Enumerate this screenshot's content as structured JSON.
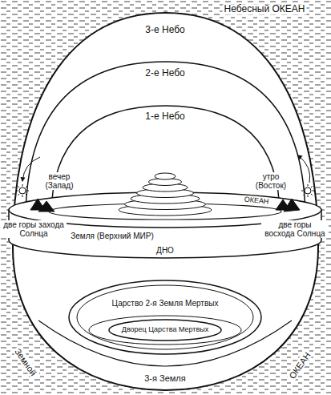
{
  "diagram": {
    "nodes": [
      {
        "text": [
          "3-е Небо"
        ]
      },
      {
        "text": [
          "2-е Небо"
        ],
        "in": 0
      },
      {
        "text": [
          "1-е Небо"
        ],
        "in": 1
      },
      {
        "text": [
          "Земля (Верхний МИР)"
        ],
        "in": 0
      },
      {
        "text": [
          "Царство 2-я Земля Мертвых"
        ],
        "in": 0
      },
      {
        "text": [
          "Дворец Царства Мертвых"
        ],
        "in": 4
      }
    ],
    "labels": [
      "Небесный ОКЕАН",
      "вечер (Запад)",
      "утро (Восток)",
      "две горы захода Солнца",
      "две горы восхода Солнца",
      "ОКЕАН",
      "ДНО",
      "Земной",
      "ОКЕАН",
      "3-я Земля"
    ]
  }
}
